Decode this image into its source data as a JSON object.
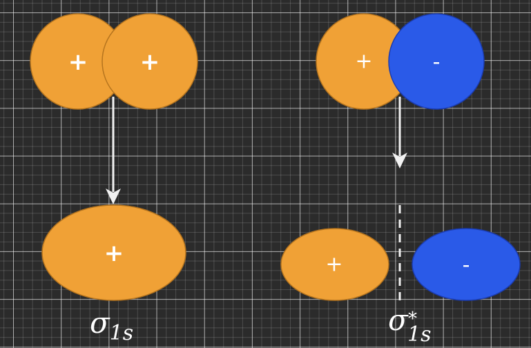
{
  "colors": {
    "orange_fill": "#F0A136",
    "orange_stroke": "#B5741E",
    "blue_fill": "#2A5AE8",
    "blue_stroke": "#1B3CB0",
    "arrow": "#F2F2F2",
    "background": "#2B2B2B"
  },
  "bonding": {
    "atomic_left_sign": "+",
    "atomic_right_sign": "+",
    "molecular_sign": "+",
    "label_symbol": "σ",
    "label_subscript": "1s"
  },
  "antibonding": {
    "atomic_left_sign": "+",
    "atomic_right_sign": "-",
    "lobe_left_sign": "+",
    "lobe_right_sign": "-",
    "label_symbol": "σ",
    "label_superscript": "*",
    "label_subscript": "1s"
  }
}
